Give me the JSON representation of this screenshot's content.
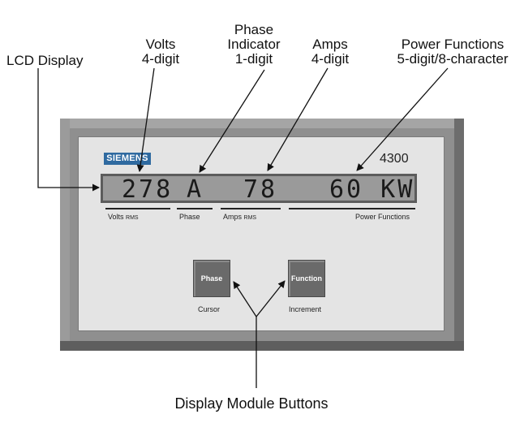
{
  "callouts": {
    "lcd_display": "LCD  Display",
    "volts": [
      "Volts",
      "4-digit"
    ],
    "phase_indicator": [
      "Phase",
      "Indicator",
      "1-digit"
    ],
    "amps": [
      "Amps",
      "4-digit"
    ],
    "power_functions": [
      "Power  Functions",
      "5-digit/8-character"
    ],
    "display_module_buttons": "Display  Module  Buttons"
  },
  "device": {
    "brand": "SIEMENS",
    "model": "4300",
    "lcd": {
      "volts": "278",
      "phase": "A",
      "amps": "78",
      "power": "60 KW"
    },
    "field_labels": {
      "volts": "Volts",
      "volts_sub": "RMS",
      "phase": "Phase",
      "amps": "Amps",
      "amps_sub": "RMS",
      "power": "Power Functions"
    },
    "buttons": [
      {
        "label": "Phase",
        "caption": "Cursor"
      },
      {
        "label": "Function",
        "caption": "Increment"
      }
    ]
  },
  "colors": {
    "frame": "#8f8f8f",
    "faceplate": "#e4e4e4",
    "lcd_background": "#9a9a9a",
    "button": "#6a6a6a",
    "logo": "#2f6aa0"
  }
}
